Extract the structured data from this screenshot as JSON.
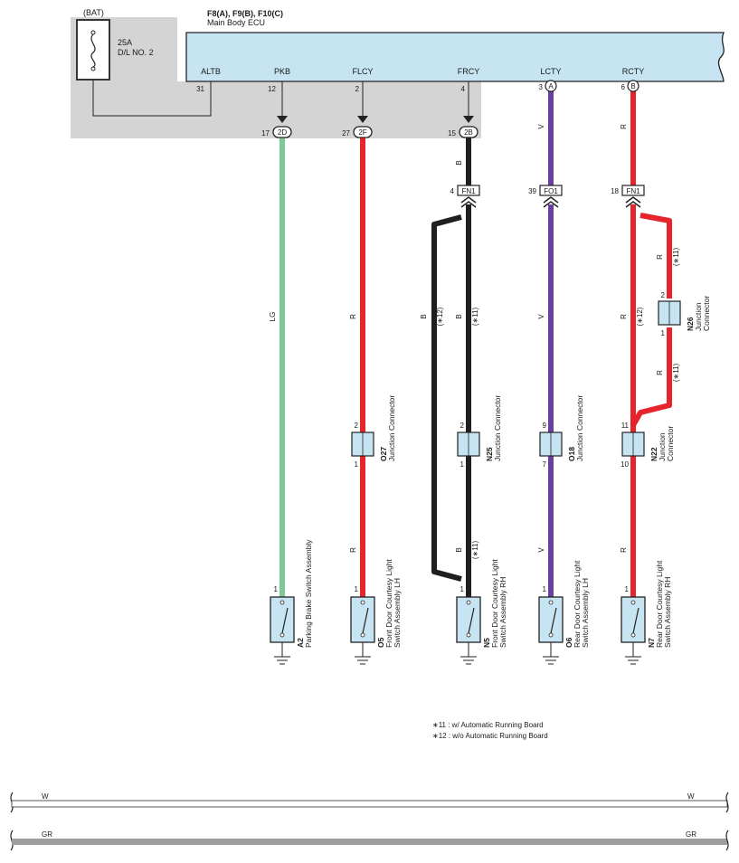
{
  "colors": {
    "LG": "#7cc99a",
    "R": "#e5242b",
    "B": "#1f1f1f",
    "V": "#6b3fa0",
    "W": "#ffffff",
    "GR": "#9d9d9d",
    "connector_fill": "#c6e4f2",
    "shade": "#d4d4d4",
    "ecu_fill": "#c6e4f2"
  },
  "power": {
    "label": "(BAT)",
    "fuse_rating": "25A",
    "fuse_name": "D/L NO. 2"
  },
  "ecu": {
    "connectors": "F8(A), F9(B), F10(C)",
    "name": "Main Body ECU"
  },
  "ecu_pins": [
    {
      "name": "ALTB",
      "pin": "31"
    },
    {
      "name": "PKB",
      "pin": "12"
    },
    {
      "name": "FLCY",
      "pin": "2"
    },
    {
      "name": "FRCY",
      "pin": "4"
    },
    {
      "name": "LCTY",
      "pin": "3",
      "conn": "A"
    },
    {
      "name": "RCTY",
      "pin": "6",
      "conn": "B"
    }
  ],
  "junction_blocks": [
    {
      "pin": "17",
      "id": "2D"
    },
    {
      "pin": "27",
      "id": "2F"
    },
    {
      "pin": "15",
      "id": "2B"
    }
  ],
  "inline_connectors": [
    {
      "pin": "4",
      "id": "FN1"
    },
    {
      "pin": "39",
      "id": "FO1"
    },
    {
      "pin": "18",
      "id": "FN1"
    }
  ],
  "wire_labels": {
    "lg": "LG",
    "r": "R",
    "b": "B",
    "v": "V",
    "note11": "(∗11)",
    "note12": "(∗12)"
  },
  "junction_connectors": [
    {
      "code": "O27",
      "name": "Junction Connector",
      "pin_top": "2",
      "pin_bottom": "1"
    },
    {
      "code": "N25",
      "name": "Junction Connector",
      "pin_top": "2",
      "pin_bottom": "1"
    },
    {
      "code": "O18",
      "name": "Junction Connector",
      "pin_top": "9",
      "pin_bottom": "7"
    },
    {
      "code": "N22",
      "name_line1": "Junction",
      "name_line2": "Connector",
      "pin_top": "11",
      "pin_bottom": "10"
    },
    {
      "code": "N26",
      "name_line1": "Junction",
      "name_line2": "Connector",
      "pin_top": "2",
      "pin_bottom": "1"
    }
  ],
  "switches": [
    {
      "code": "A2",
      "line1": "Parking Brake Switch Assembly",
      "line2": "",
      "pin": "1"
    },
    {
      "code": "O5",
      "line1": "Front Door Courtesy Light",
      "line2": "Switch Assembly LH",
      "pin": "1"
    },
    {
      "code": "N5",
      "line1": "Front Door Courtesy Light",
      "line2": "Switch Assembly RH",
      "pin": "1"
    },
    {
      "code": "O6",
      "line1": "Rear Door Courtesy Light",
      "line2": "Switch Assembly LH",
      "pin": "1"
    },
    {
      "code": "N7",
      "line1": "Rear Door Courtesy Light",
      "line2": "Switch Assembly RH",
      "pin": "1"
    }
  ],
  "notes": [
    "∗11 : w/ Automatic Running Board",
    "∗12 : w/o Automatic Running Board"
  ],
  "legend": [
    {
      "code": "W"
    },
    {
      "code": "GR"
    }
  ]
}
